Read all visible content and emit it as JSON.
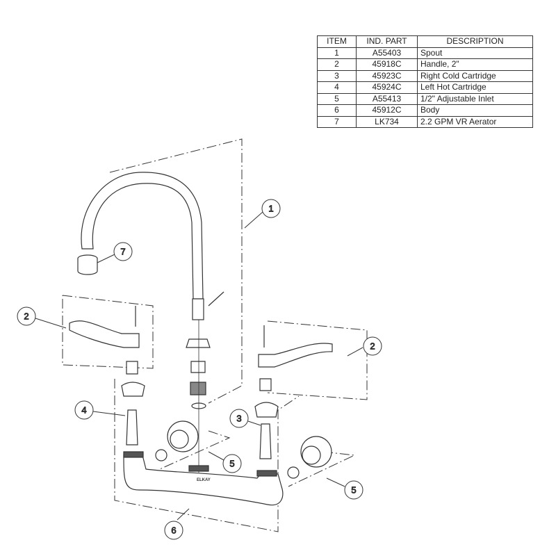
{
  "parts_table": {
    "headers": [
      "ITEM",
      "IND. PART",
      "DESCRIPTION"
    ],
    "rows": [
      {
        "item": "1",
        "part": "A55403",
        "description": "Spout"
      },
      {
        "item": "2",
        "part": "45918C",
        "description": "Handle, 2\""
      },
      {
        "item": "3",
        "part": "45923C",
        "description": "Right Cold Cartridge"
      },
      {
        "item": "4",
        "part": "45924C",
        "description": "Left Hot Cartridge"
      },
      {
        "item": "5",
        "part": "A55413",
        "description": "1/2\" Adjustable Inlet"
      },
      {
        "item": "6",
        "part": "45912C",
        "description": "Body"
      },
      {
        "item": "7",
        "part": "LK734",
        "description": "2.2 GPM VR Aerator"
      }
    ]
  },
  "callouts": [
    "1",
    "7",
    "2",
    "2",
    "4",
    "3",
    "5",
    "5",
    "6"
  ],
  "body_logo": "ELKAY"
}
